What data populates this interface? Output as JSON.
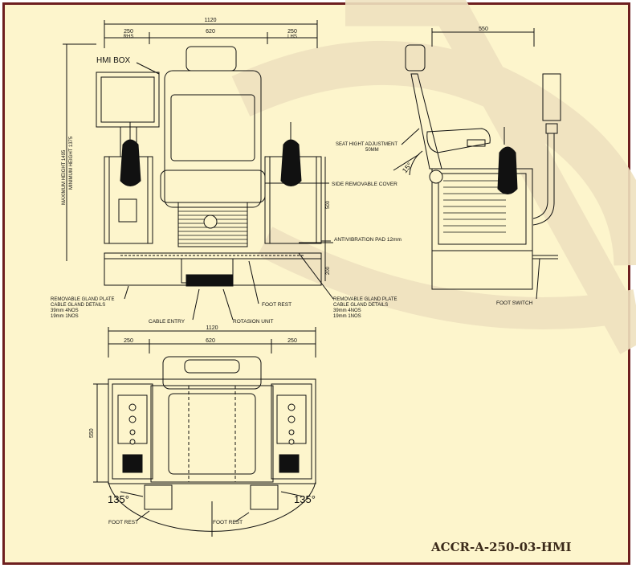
{
  "drawing_code": "ACCR-A-250-03-HMI",
  "colors": {
    "border": "#6e1f1f",
    "paper": "#fdf5cc",
    "watermark": "#efe2bf",
    "ink": "#111111"
  },
  "front_view": {
    "dims": {
      "total": "1120",
      "rhs": "250",
      "rhs_label": "RHS",
      "mid": "620",
      "lhs": "250",
      "lhs_label": "LHS"
    },
    "height_max": "MAXIMUM HEIGHT 1495",
    "height_min": "MINIMUM HEIGHT 1375",
    "dim_500": "500",
    "dim_200": "200",
    "labels": {
      "hmi_box": "HMI BOX",
      "side_cover": "SIDE REMOVABLE COVER",
      "anti_vibration": "ANTIVIBRATION PAD 12mm",
      "foot_rest": "FOOT REST",
      "cable_entry": "CABLE ENTRY",
      "rotation_unit": "ROTASION UNIT",
      "gland_left": [
        "REMOVABLE GLAND PLATE",
        "CABLE GLAND DETAILS",
        "39mm 4NOS",
        "19mm 1NOS"
      ],
      "gland_right": [
        "REMOVABLE GLAND PLATE",
        "CABLE GLAND DETAILS",
        "39mm 4NOS",
        "19mm 1NOS"
      ]
    }
  },
  "side_view": {
    "dim_550": "550",
    "seat_adjust": [
      "SEAT HIGHT ADJUSTMENT",
      "50MM"
    ],
    "angle": "15°",
    "foot_switch": "FOOT SWITCH"
  },
  "top_view": {
    "dims": {
      "total": "1120",
      "left": "250",
      "mid": "620",
      "right": "250",
      "depth": "550"
    },
    "angle_left": "135°",
    "angle_right": "135°",
    "foot_rest_left": "FOOT REST",
    "foot_rest_right": "FOOT REST"
  }
}
